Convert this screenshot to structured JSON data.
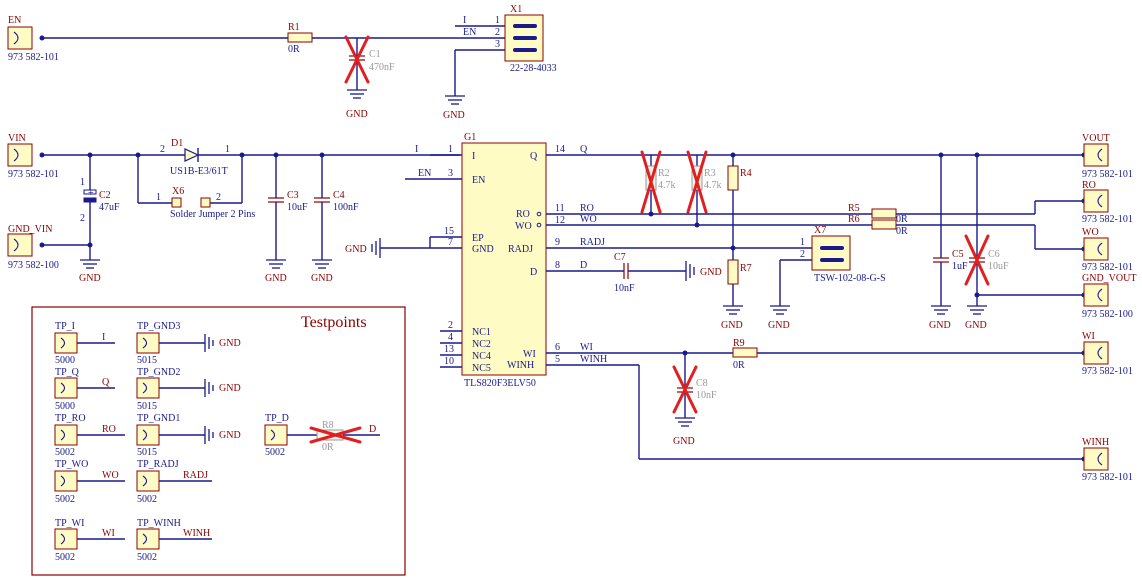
{
  "connectors": {
    "en": {
      "name": "EN",
      "part": "973 582-101"
    },
    "vin": {
      "name": "VIN",
      "part": "973 582-101"
    },
    "gnd_vin": {
      "name": "GND_VIN",
      "part": "973 582-100"
    },
    "vout": {
      "name": "VOUT",
      "part": "973 582-101"
    },
    "ro": {
      "name": "RO",
      "part": "973 582-101"
    },
    "wo": {
      "name": "WO",
      "part": "973 582-101"
    },
    "gnd_vout": {
      "name": "GND_VOUT",
      "part": "973 582-100"
    },
    "wi": {
      "name": "WI",
      "part": "973 582-101"
    },
    "winh": {
      "name": "WINH",
      "part": "973 582-101"
    }
  },
  "x1": {
    "ref": "X1",
    "part": "22-28-4033",
    "pins": [
      "1",
      "2",
      "3"
    ],
    "nets": [
      "I",
      "EN"
    ]
  },
  "r1": {
    "ref": "R1",
    "value": "0R"
  },
  "c1": {
    "ref": "C1",
    "value": "470nF"
  },
  "d1": {
    "ref": "D1",
    "part": "US1B-E3/61T",
    "pin_a": "2",
    "pin_k": "1"
  },
  "x6": {
    "ref": "X6",
    "part": "Solder Jumper 2 Pins",
    "pin1": "1",
    "pin2": "2"
  },
  "c2": {
    "ref": "C2",
    "value": "47uF",
    "pin1": "1",
    "pin2": "2"
  },
  "c3": {
    "ref": "C3",
    "value": "10uF"
  },
  "c4": {
    "ref": "C4",
    "value": "100nF"
  },
  "g1": {
    "ref": "G1",
    "part": "TLS820F3ELV50",
    "left_pins": [
      {
        "num": "1",
        "name": "I",
        "net": "I"
      },
      {
        "num": "3",
        "name": "EN",
        "net": "EN"
      },
      {
        "num": "15",
        "name": "EP",
        "net": ""
      },
      {
        "num": "7",
        "name": "GND",
        "net": "GND"
      },
      {
        "num": "2",
        "name": "NC1",
        "net": ""
      },
      {
        "num": "4",
        "name": "NC2",
        "net": ""
      },
      {
        "num": "13",
        "name": "NC4",
        "net": ""
      },
      {
        "num": "10",
        "name": "NC5",
        "net": ""
      }
    ],
    "right_pins": [
      {
        "num": "14",
        "name": "Q",
        "net": "Q"
      },
      {
        "num": "11",
        "name": "RO",
        "net": "RO"
      },
      {
        "num": "12",
        "name": "WO",
        "net": "WO"
      },
      {
        "num": "9",
        "name": "RADJ",
        "net": "RADJ"
      },
      {
        "num": "8",
        "name": "D",
        "net": "D"
      },
      {
        "num": "6",
        "name": "WI",
        "net": "WI"
      },
      {
        "num": "5",
        "name": "WINH",
        "net": "WINH"
      }
    ]
  },
  "r2": {
    "ref": "R2",
    "value": "4.7k"
  },
  "r3": {
    "ref": "R3",
    "value": "4.7k"
  },
  "r4": {
    "ref": "R4"
  },
  "r5": {
    "ref": "R5",
    "value": "0R"
  },
  "r6": {
    "ref": "R6",
    "value": "0R"
  },
  "r7": {
    "ref": "R7"
  },
  "r8": {
    "ref": "R8",
    "value": "0R"
  },
  "r9": {
    "ref": "R9",
    "value": "0R"
  },
  "c5": {
    "ref": "C5",
    "value": "1uF"
  },
  "c6": {
    "ref": "C6",
    "value": "10uF"
  },
  "c7": {
    "ref": "C7",
    "value": "10nF"
  },
  "c8": {
    "ref": "C8",
    "value": "10nF"
  },
  "x7": {
    "ref": "X7",
    "part": "TSW-102-08-G-S",
    "pin1": "1",
    "pin2": "2"
  },
  "gnd": "GND",
  "testpoints": {
    "title": "Testpoints",
    "items": [
      {
        "name": "TP_I",
        "part": "5000",
        "net": "I"
      },
      {
        "name": "TP_Q",
        "part": "5000",
        "net": "Q"
      },
      {
        "name": "TP_RO",
        "part": "5002",
        "net": "RO"
      },
      {
        "name": "TP_WO",
        "part": "5002",
        "net": "WO"
      },
      {
        "name": "TP_WI",
        "part": "5002",
        "net": "WI"
      },
      {
        "name": "TP_GND3",
        "part": "5015",
        "net": "GND"
      },
      {
        "name": "TP_GND2",
        "part": "5015",
        "net": "GND"
      },
      {
        "name": "TP_GND1",
        "part": "5015",
        "net": "GND"
      },
      {
        "name": "TP_RADJ",
        "part": "5002",
        "net": "RADJ"
      },
      {
        "name": "TP_WINH",
        "part": "5002",
        "net": "WINH"
      },
      {
        "name": "TP_D",
        "part": "5002",
        "net": "D"
      }
    ]
  },
  "colors": {
    "wire": "#1a1a8c",
    "part_outline": "#8b0000",
    "part_fill": "#fffbc4",
    "dnp_cross": "#e02020",
    "dnp_text": "#999999"
  }
}
